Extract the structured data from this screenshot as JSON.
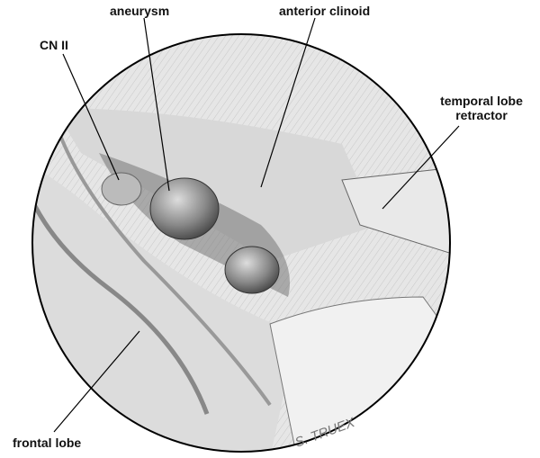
{
  "labels": {
    "cn2": "CN II",
    "aneurysm": "aneurysm",
    "anterior_clinoid": "anterior clinoid",
    "temporal_lobe_retractor_line1": "temporal lobe",
    "temporal_lobe_retractor_line2": "retractor",
    "frontal_lobe": "frontal lobe"
  },
  "signature": "S. TRUEX"
}
